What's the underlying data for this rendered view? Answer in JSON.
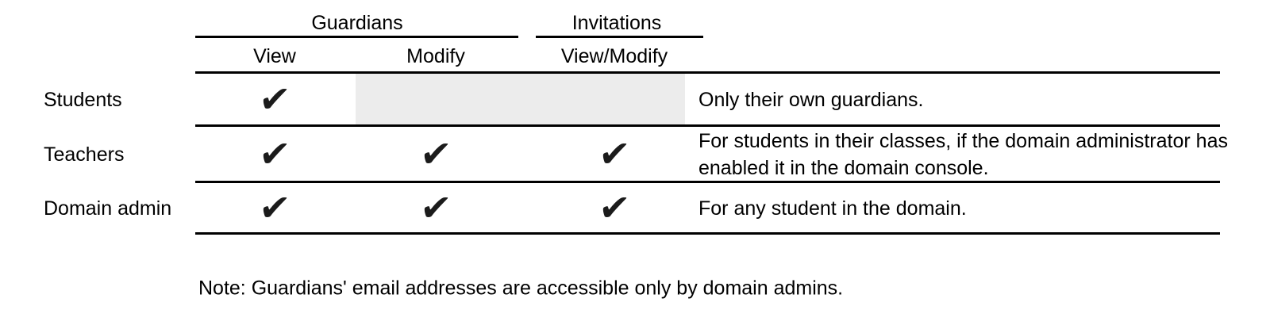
{
  "colors": {
    "background": "#ffffff",
    "text": "#000000",
    "rule": "#000000",
    "disabled-cell": "#ececec",
    "check": "#1b1b1b"
  },
  "table": {
    "check_glyph": "✔",
    "column_groups": [
      {
        "label": "Guardians",
        "columns": [
          "View",
          "Modify"
        ]
      },
      {
        "label": "Invitations",
        "columns": [
          "View/Modify"
        ]
      }
    ],
    "columns": [
      "View",
      "Modify",
      "View/Modify"
    ],
    "rows": [
      {
        "label": "Students",
        "permissions": {
          "guardians_view": true,
          "guardians_modify": false,
          "invitations_view_modify": false
        },
        "note": "Only their own guardians."
      },
      {
        "label": "Teachers",
        "permissions": {
          "guardians_view": true,
          "guardians_modify": true,
          "invitations_view_modify": true
        },
        "note": "For students in their classes, if the domain administrator has enabled it in the domain console."
      },
      {
        "label": "Domain admin",
        "permissions": {
          "guardians_view": true,
          "guardians_modify": true,
          "invitations_view_modify": true
        },
        "note": "For any student in the domain."
      }
    ]
  },
  "footnote": "Note: Guardians' email addresses are accessible only by domain admins."
}
